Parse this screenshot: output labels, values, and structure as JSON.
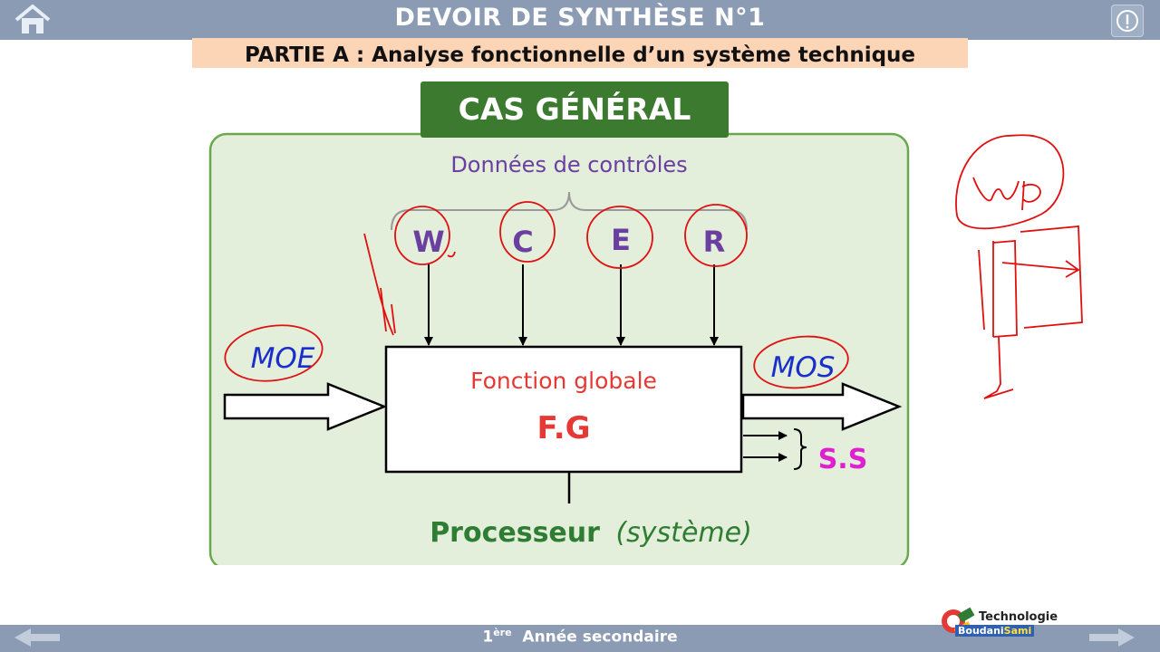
{
  "header": {
    "title": "DEVOIR DE SYNTHÈSE N°1",
    "subtitle": "PARTIE A : Analyse fonctionnelle d’un système technique"
  },
  "diagram": {
    "case_title": "CAS GÉNÉRAL",
    "control_title": "Données de contrôles",
    "controls": [
      "W",
      "C",
      "E",
      "R"
    ],
    "input_label": "MOE",
    "output_label": "MOS",
    "function_label": "Fonction globale",
    "function_abbr": "F.G",
    "secondary_label": "S.S",
    "processor_label": "Processeur",
    "processor_note": "(système)"
  },
  "footer": {
    "level_sup": "ère",
    "level_number": "1",
    "level_text": "Année secondaire"
  },
  "logo": {
    "line1": "Technologie",
    "line2a": "Boudani",
    "line2b": "Sami"
  },
  "colors": {
    "bar": "#8a9bb3",
    "band": "#fbd5b5",
    "panel": "#e3eedb",
    "green": "#2e7d32",
    "purple": "#6b3fa0",
    "red": "#e53935",
    "blue": "#1a2ecc",
    "magenta": "#e020d0"
  }
}
